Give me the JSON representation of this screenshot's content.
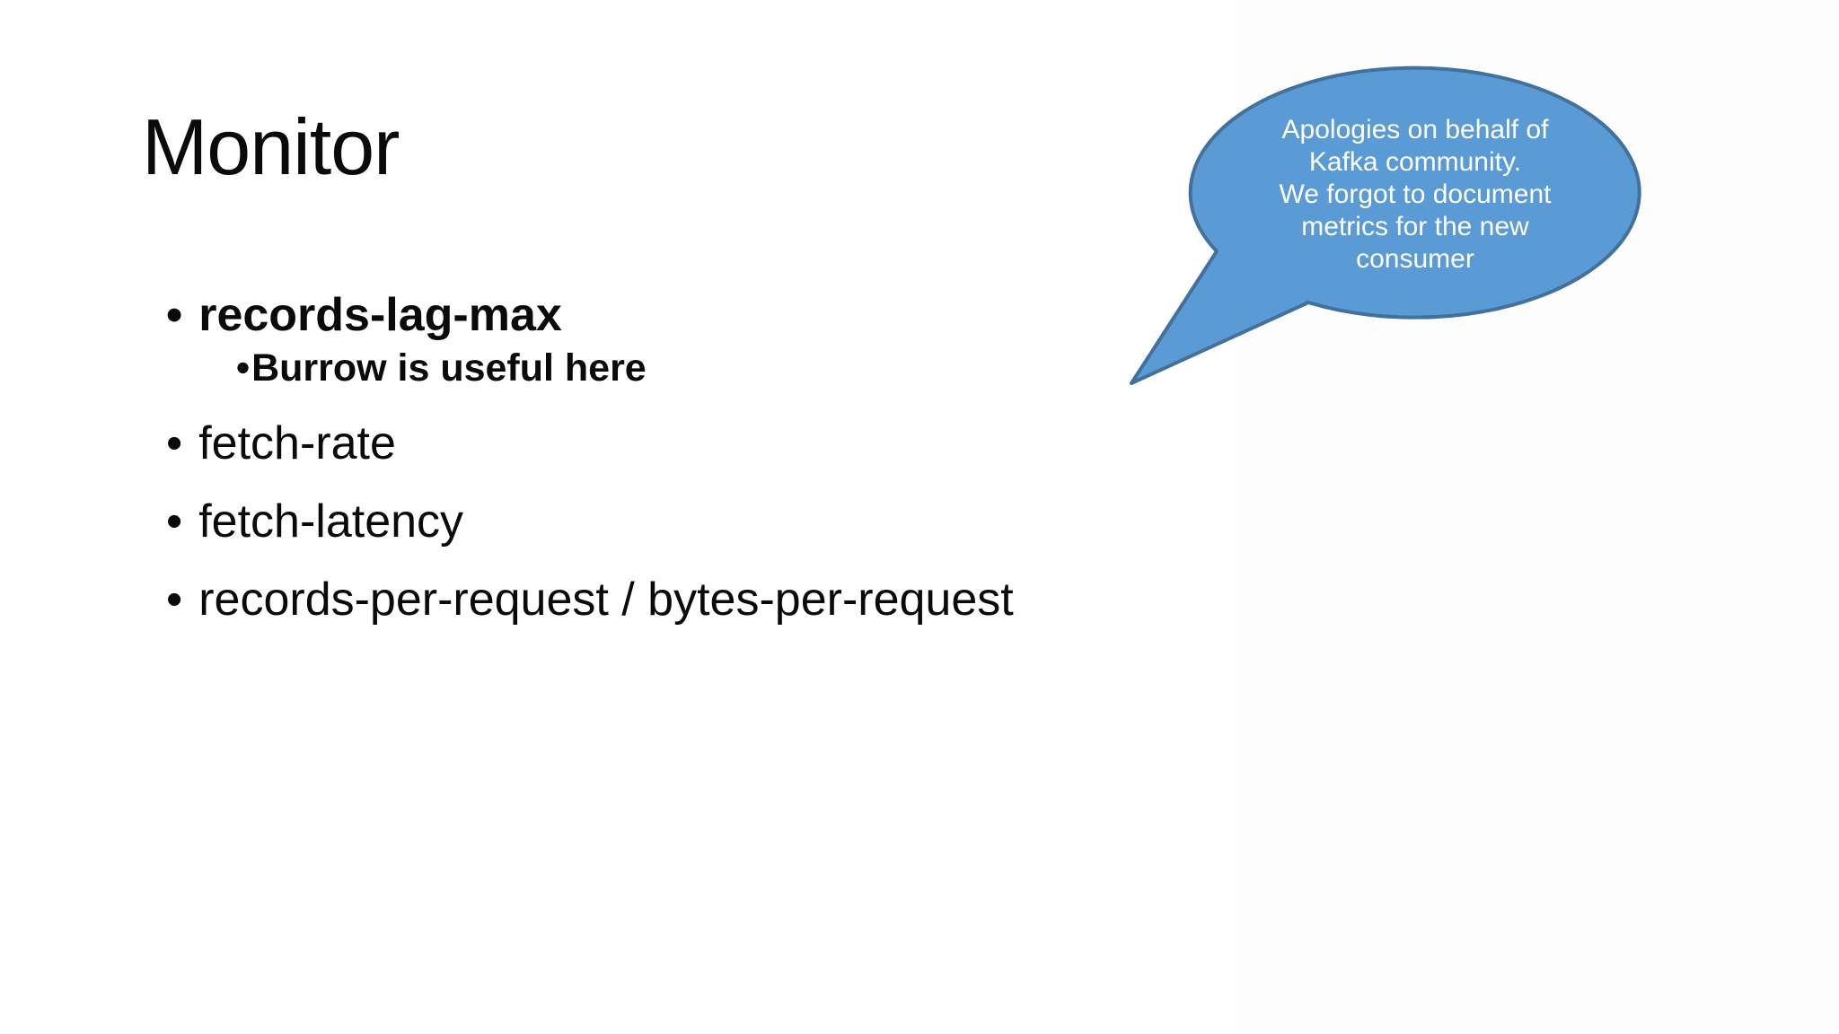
{
  "slide": {
    "title": "Monitor",
    "bullet_char": "•",
    "bullets": [
      {
        "label": "records-lag-max",
        "level": 1,
        "bold": true
      },
      {
        "label": "Burrow is useful here",
        "level": 2,
        "bold": true
      },
      {
        "label": "fetch-rate",
        "level": 1,
        "bold": false
      },
      {
        "label": "fetch-latency",
        "level": 1,
        "bold": false
      },
      {
        "label": "records-per-request / bytes-per-request",
        "level": 1,
        "bold": false
      }
    ],
    "callout": {
      "text": "Apologies on behalf of\nKafka community.\nWe forgot to document\nmetrics for the new\nconsumer",
      "fill_color": "#5b9bd5",
      "border_color": "#41719c",
      "text_color": "#ffffff"
    },
    "colors": {
      "background": "#ffffff",
      "body_text": "#0a0a0a"
    }
  }
}
